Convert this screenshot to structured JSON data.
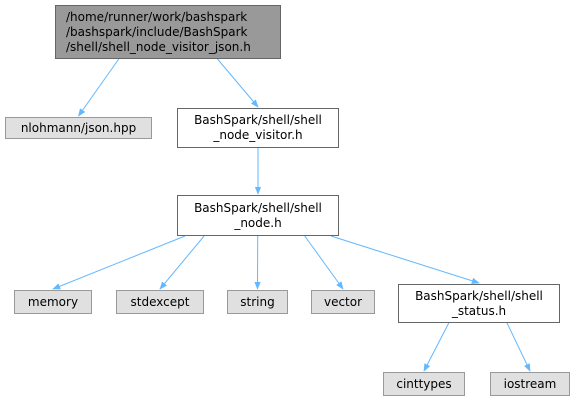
{
  "graph": {
    "edge_color": "#63b8ff",
    "nodes": [
      {
        "id": "root",
        "kind": "root",
        "lines": [
          "/home/runner/work/bashspark",
          "/bashspark/include/BashSpark",
          "/shell/shell_node_visitor_json.h"
        ],
        "fill": "#999999"
      },
      {
        "id": "json",
        "kind": "sys",
        "lines": [
          "nlohmann/json.hpp"
        ],
        "fill": "#e0e0e0"
      },
      {
        "id": "visitor",
        "kind": "local",
        "lines": [
          "BashSpark/shell/shell",
          "_node_visitor.h"
        ],
        "fill": "#ffffff"
      },
      {
        "id": "node",
        "kind": "local",
        "lines": [
          "BashSpark/shell/shell",
          "_node.h"
        ],
        "fill": "#ffffff"
      },
      {
        "id": "memory",
        "kind": "sys",
        "lines": [
          "memory"
        ],
        "fill": "#e0e0e0"
      },
      {
        "id": "stdexcept",
        "kind": "sys",
        "lines": [
          "stdexcept"
        ],
        "fill": "#e0e0e0"
      },
      {
        "id": "string",
        "kind": "sys",
        "lines": [
          "string"
        ],
        "fill": "#e0e0e0"
      },
      {
        "id": "vector",
        "kind": "sys",
        "lines": [
          "vector"
        ],
        "fill": "#e0e0e0"
      },
      {
        "id": "status",
        "kind": "local",
        "lines": [
          "BashSpark/shell/shell",
          "_status.h"
        ],
        "fill": "#ffffff"
      },
      {
        "id": "cinttypes",
        "kind": "sys",
        "lines": [
          "cinttypes"
        ],
        "fill": "#e0e0e0"
      },
      {
        "id": "iostream",
        "kind": "sys",
        "lines": [
          "iostream"
        ],
        "fill": "#e0e0e0"
      }
    ],
    "edges": [
      {
        "from": "root",
        "to": "json"
      },
      {
        "from": "root",
        "to": "visitor"
      },
      {
        "from": "visitor",
        "to": "node"
      },
      {
        "from": "node",
        "to": "memory"
      },
      {
        "from": "node",
        "to": "stdexcept"
      },
      {
        "from": "node",
        "to": "string"
      },
      {
        "from": "node",
        "to": "vector"
      },
      {
        "from": "node",
        "to": "status"
      },
      {
        "from": "status",
        "to": "cinttypes"
      },
      {
        "from": "status",
        "to": "iostream"
      }
    ]
  }
}
